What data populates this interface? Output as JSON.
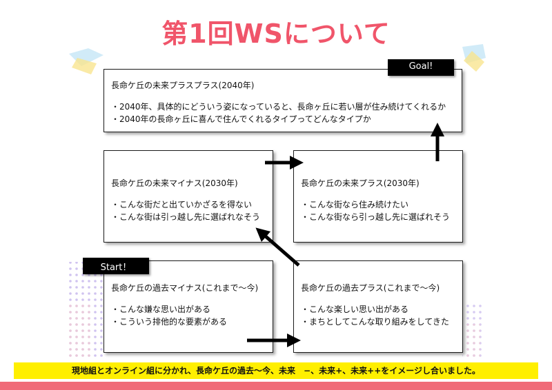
{
  "colors": {
    "title": "#f0556a",
    "banner": "#ffef00",
    "bottom_bar": "#f06b78",
    "tag_background": "#000000",
    "arrow": "#000000"
  },
  "slide": {
    "title": "第1回WSについて",
    "tags": {
      "goal": "Goal!",
      "start": "Start！"
    },
    "boxes": {
      "future_plus_plus": {
        "heading": "長命ケ丘の未来プラスプラス(2040年)",
        "lines": [
          "・2040年、具体的にどういう姿になっていると、長命ヶ丘に若い層が住み続けてくれるか",
          "・2040年の長命ヶ丘に喜んで住んでくれるタイプってどんなタイプか"
        ]
      },
      "future_minus": {
        "heading": "長命ケ丘の未来マイナス(2030年)",
        "lines": [
          "・こんな街だと出ていかざるを得ない",
          "・こんな街は引っ越し先に選ばれなそう"
        ]
      },
      "future_plus": {
        "heading": "長命ケ丘の未来プラス(2030年)",
        "lines": [
          "・こんな街なら住み続けたい",
          "・こんな街なら引っ越し先に選ばれそう"
        ]
      },
      "past_minus": {
        "heading": "長命ケ丘の過去マイナス(これまで～今)",
        "lines": [
          "・こんな嫌な思い出がある",
          "・こういう排他的な要素がある"
        ]
      },
      "past_plus": {
        "heading": "長命ケ丘の過去プラス(これまで～今)",
        "lines": [
          "・こんな楽しい思い出がある",
          "・まちとしてこんな取り組みをしてきた"
        ]
      }
    },
    "footer": "現地組とオンライン組に分かれ、長命ケ丘の過去～今、未来　−、未来+、未来++をイメージし合いました。"
  }
}
